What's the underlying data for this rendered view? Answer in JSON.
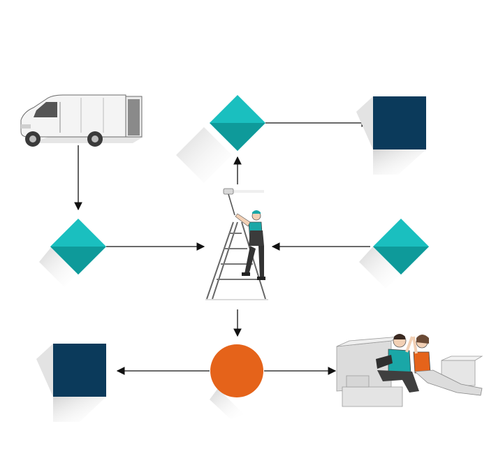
{
  "diagram": {
    "nodes": [
      {
        "id": "van",
        "kind": "illustration",
        "icon": "delivery-van-icon"
      },
      {
        "id": "diamond-top",
        "kind": "diamond",
        "color": "#1ABFBF"
      },
      {
        "id": "square-top-right",
        "kind": "square",
        "color": "#0B3A5B"
      },
      {
        "id": "diamond-left",
        "kind": "diamond",
        "color": "#1ABFBF"
      },
      {
        "id": "painter",
        "kind": "illustration",
        "icon": "painter-on-ladder-icon"
      },
      {
        "id": "diamond-right",
        "kind": "diamond",
        "color": "#1ABFBF"
      },
      {
        "id": "square-bottom-left",
        "kind": "square",
        "color": "#0B3A5B"
      },
      {
        "id": "circle-bottom",
        "kind": "circle",
        "color": "#E5631A"
      },
      {
        "id": "couple",
        "kind": "illustration",
        "icon": "couple-relaxing-boxes-icon"
      }
    ],
    "edges": [
      {
        "from": "van",
        "to": "diamond-left"
      },
      {
        "from": "diamond-left",
        "to": "painter"
      },
      {
        "from": "diamond-right",
        "to": "painter"
      },
      {
        "from": "painter",
        "to": "diamond-top"
      },
      {
        "from": "diamond-top",
        "to": "square-top-right"
      },
      {
        "from": "painter",
        "to": "circle-bottom"
      },
      {
        "from": "circle-bottom",
        "to": "square-bottom-left"
      },
      {
        "from": "circle-bottom",
        "to": "couple"
      }
    ],
    "colors": {
      "teal": "#1ABFBF",
      "teal_dark": "#0E9A9A",
      "navy": "#0B3A5B",
      "orange": "#E5631A",
      "arrow": "#111111",
      "shadow": "#D9D9D9"
    }
  }
}
